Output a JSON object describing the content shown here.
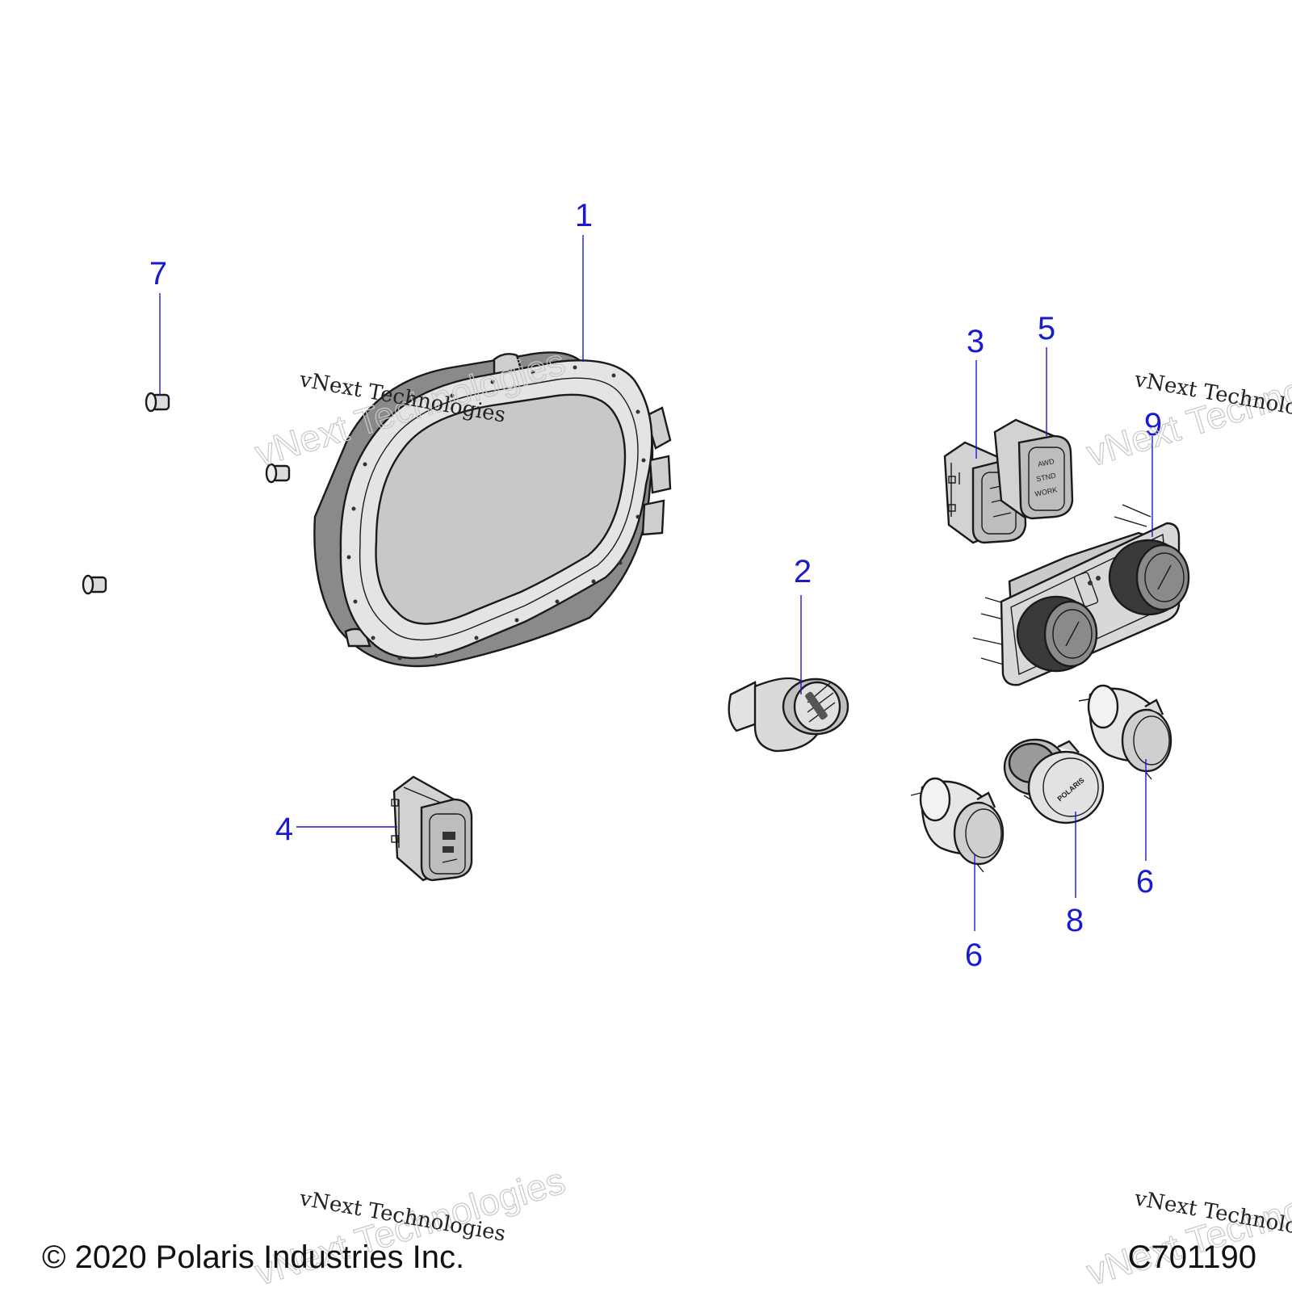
{
  "callouts": {
    "c1": "1",
    "c2": "2",
    "c3": "3",
    "c4": "4",
    "c5": "5",
    "c6a": "6",
    "c6b": "6",
    "c7": "7",
    "c8": "8",
    "c9": "9"
  },
  "switch_legends": {
    "s5_line1": "AWD",
    "s5_line2": "STND",
    "s5_line3": "WORK",
    "usb_brand": "POLARIS"
  },
  "watermark": {
    "big": "vNext Technologies",
    "small": "vNext Technologies"
  },
  "footer": {
    "copyright": "© 2020 Polaris Industries Inc.",
    "diagram_id": "C701190"
  },
  "colors": {
    "callout": "#1a1ad0",
    "part_fill": "#d4d4d4",
    "line": "#1a1a1a",
    "watermark": "#c8c8c8"
  }
}
